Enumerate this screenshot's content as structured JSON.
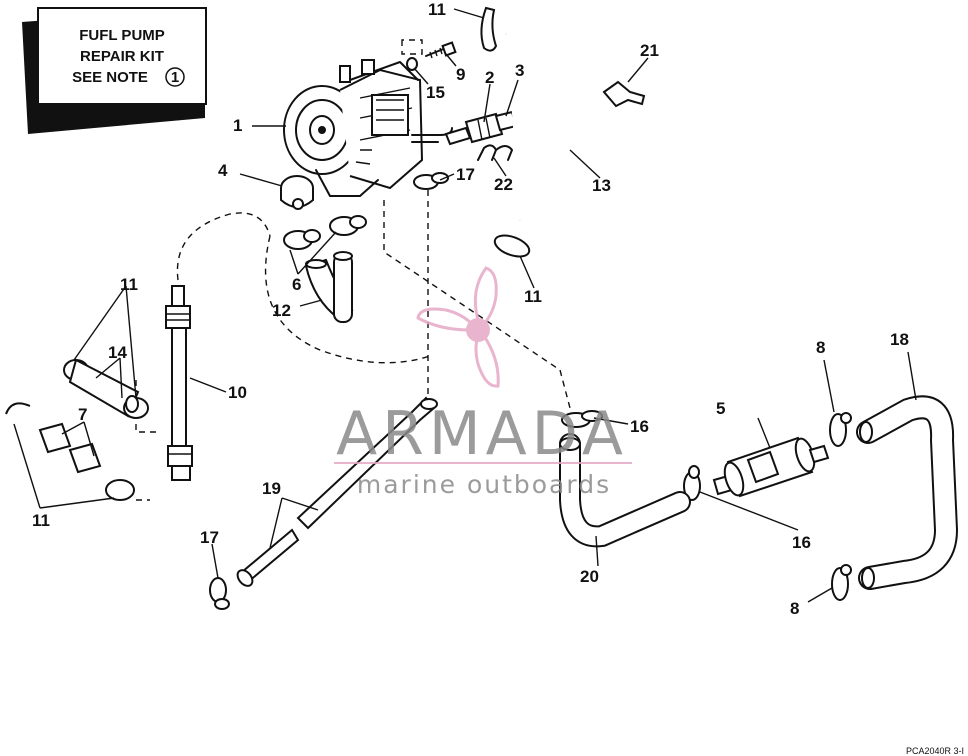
{
  "kit_note": {
    "line1": "FUFL PUMP",
    "line2": "REPAIR KIT",
    "line3": "SEE NOTE",
    "note_number": "1"
  },
  "callouts": {
    "c1": "1",
    "c2": "2",
    "c3": "3",
    "c4": "4",
    "c5": "5",
    "c6": "6",
    "c7": "7",
    "c8a": "8",
    "c8b": "8",
    "c9": "9",
    "c10": "10",
    "c11a": "11",
    "c11b": "11",
    "c11c": "11",
    "c11d": "11",
    "c12": "12",
    "c13": "13",
    "c14": "14",
    "c15": "15",
    "c16a": "16",
    "c16b": "16",
    "c17a": "17",
    "c17b": "17",
    "c18": "18",
    "c19": "19",
    "c20": "20",
    "c21": "21",
    "c22": "22"
  },
  "watermark": {
    "brand": "ARMADA",
    "tagline": "marine outboards",
    "brand_color": "#8a8a8a",
    "logo_color": "#e6a9c6"
  },
  "drawing_code": "PCA2040R 3-I"
}
